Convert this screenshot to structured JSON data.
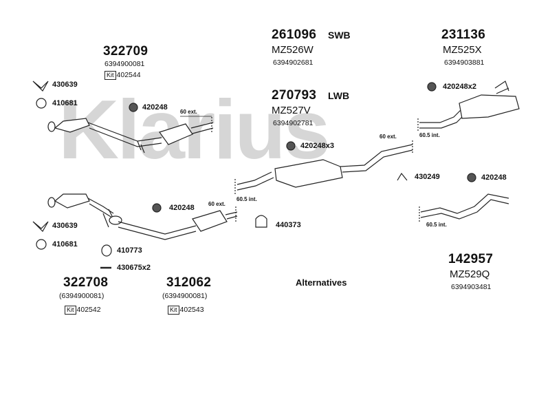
{
  "watermark": "Klarius",
  "groups": [
    {
      "id": "g322709",
      "number": "322709",
      "sub": "6394900081",
      "kit": "Kit",
      "kit_no": "402544"
    },
    {
      "id": "g261096",
      "number": "261096",
      "variant": "SWB",
      "model": "MZ526W",
      "sub": "6394902681"
    },
    {
      "id": "g270793",
      "number": "270793",
      "variant": "LWB",
      "model": "MZ527V",
      "sub": "6394902781"
    },
    {
      "id": "g231136",
      "number": "231136",
      "model": "MZ525X",
      "sub": "6394903881"
    },
    {
      "id": "g142957",
      "number": "142957",
      "model": "MZ529Q",
      "sub": "6394903481"
    },
    {
      "id": "g322708",
      "number": "322708",
      "sub": "(6394900081)",
      "kit": "Kit",
      "kit_no": "402542"
    },
    {
      "id": "g312062",
      "number": "312062",
      "sub": "(6394900081)",
      "kit": "Kit",
      "kit_no": "402543"
    }
  ],
  "parts": {
    "p430639a": "430639",
    "p410681a": "410681",
    "p420248a": "420248",
    "p420248x3": "420248x3",
    "p420248x2": "420248x2",
    "p430249": "430249",
    "p420248b": "420248",
    "p420248c": "420248",
    "p440373": "440373",
    "p430639b": "430639",
    "p410681b": "410681",
    "p410773": "410773",
    "p430675x2": "430675x2"
  },
  "ext": {
    "e60a": "60 ext.",
    "e60b": "60 ext.",
    "e60c": "60 ext.",
    "e605a": "60.5 int.",
    "e605b": "60.5 int.",
    "e605c": "60.5 int."
  },
  "alternatives": "Alternatives"
}
